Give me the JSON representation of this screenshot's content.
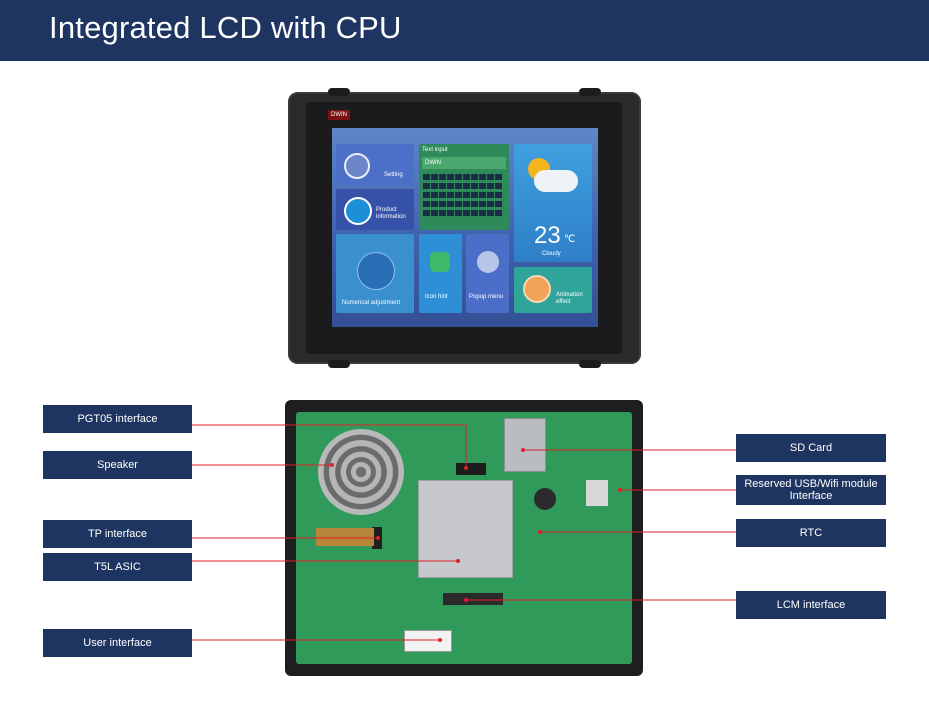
{
  "header": {
    "title": "Integrated LCD with CPU"
  },
  "colors": {
    "header_bg": "#1f3561",
    "callout_bg": "#1f3561",
    "leader_line": "#e0202a",
    "pcb": "#2f9a5a"
  },
  "front_view": {
    "logo": "DWIN",
    "screen": {
      "tiles": {
        "setting": "Setting",
        "product_information": "Product information",
        "text_input": "Text input",
        "text_input_value": "DWIN",
        "numerical_adjustment": "Numerical adjustment",
        "icon_hint": "Icon hint",
        "popup_menu": "Popup menu",
        "animation_effect": "Animation effect"
      },
      "weather": {
        "temperature": "23",
        "unit": "℃",
        "condition": "Cloudy"
      }
    }
  },
  "callouts": {
    "pgt05": "PGT05 interface",
    "speaker": "Speaker",
    "tp": "TP interface",
    "t5l": "T5L ASIC",
    "user": "User interface",
    "sd_card": "SD Card",
    "usb_wifi": "Reserved USB/Wifi module Interface",
    "rtc": "RTC",
    "lcm": "LCM interface"
  }
}
